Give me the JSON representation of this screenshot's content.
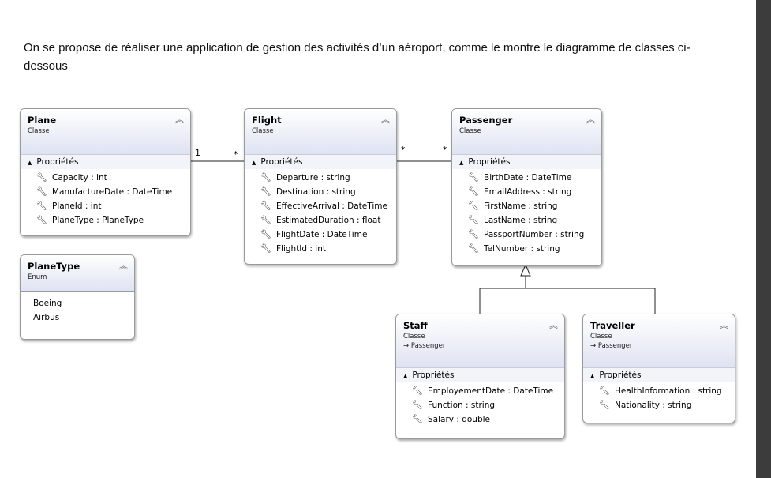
{
  "intro_text": "On se propose de réaliser une application de gestion des activités d’un aéroport, comme le montre le diagramme de classes ci-dessous",
  "section_label": "Propriétés",
  "classes": {
    "plane": {
      "name": "Plane",
      "stereotype": "Classe",
      "properties": [
        "Capacity : int",
        "ManufactureDate : DateTime",
        "PlaneId : int",
        "PlaneType : PlaneType"
      ]
    },
    "flight": {
      "name": "Flight",
      "stereotype": "Classe",
      "properties": [
        "Departure : string",
        "Destination : string",
        "EffectiveArrival : DateTime",
        "EstimatedDuration : float",
        "FlightDate : DateTime",
        "FlightId : int"
      ]
    },
    "passenger": {
      "name": "Passenger",
      "stereotype": "Classe",
      "properties": [
        "BirthDate : DateTime",
        "EmailAddress : string",
        "FirstName : string",
        "LastName : string",
        "PassportNumber : string",
        "TelNumber : string"
      ]
    },
    "staff": {
      "name": "Staff",
      "stereotype": "Classe",
      "base": "Passenger",
      "properties": [
        "EmployementDate : DateTime",
        "Function : string",
        "Salary : double"
      ]
    },
    "traveller": {
      "name": "Traveller",
      "stereotype": "Classe",
      "base": "Passenger",
      "properties": [
        "HealthInformation : string",
        "Nationality : string"
      ]
    }
  },
  "enums": {
    "planetype": {
      "name": "PlaneType",
      "stereotype": "Enum",
      "values": [
        "Boeing",
        "Airbus"
      ]
    }
  },
  "multiplicities": {
    "plane_flight_plane_end": "1",
    "plane_flight_flight_end": "*",
    "flight_passenger_flight_end": "*",
    "flight_passenger_passenger_end": "*"
  },
  "icons": {
    "property": "wrench-icon",
    "collapse": "double-chevron-up-icon",
    "section": "triangle-icon",
    "inherits": "arrow-right-icon"
  }
}
